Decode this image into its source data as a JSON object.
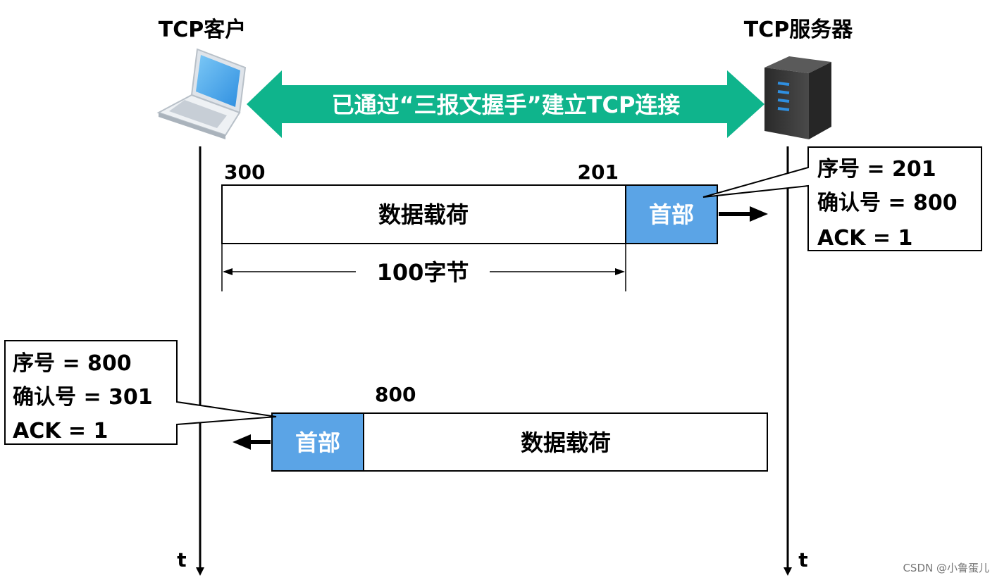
{
  "client": {
    "title": "TCP客户",
    "icon": "laptop-icon",
    "time_label": "t"
  },
  "server": {
    "title": "TCP服务器",
    "icon": "server-tower-icon",
    "time_label": "t"
  },
  "handshake_banner": {
    "text": "已通过“三报文握手”建立TCP连接",
    "color": "#0fb48c"
  },
  "segment_to_server": {
    "seq_start_label": "300",
    "seq_end_label": "201",
    "payload_label": "数据载荷",
    "header_label": "首部",
    "length_label": "100字节",
    "callout": {
      "seq": "序号 = 201",
      "ack_num": "确认号 = 800",
      "ack_flag": "ACK = 1"
    }
  },
  "segment_to_client": {
    "seq_label": "800",
    "payload_label": "数据载荷",
    "header_label": "首部",
    "callout": {
      "seq": "序号 = 800",
      "ack_num": "确认号 = 301",
      "ack_flag": "ACK = 1"
    }
  },
  "colors": {
    "header_fill": "#5ba4e6",
    "line": "#000000"
  },
  "watermark": "CSDN @小鲁蛋儿"
}
